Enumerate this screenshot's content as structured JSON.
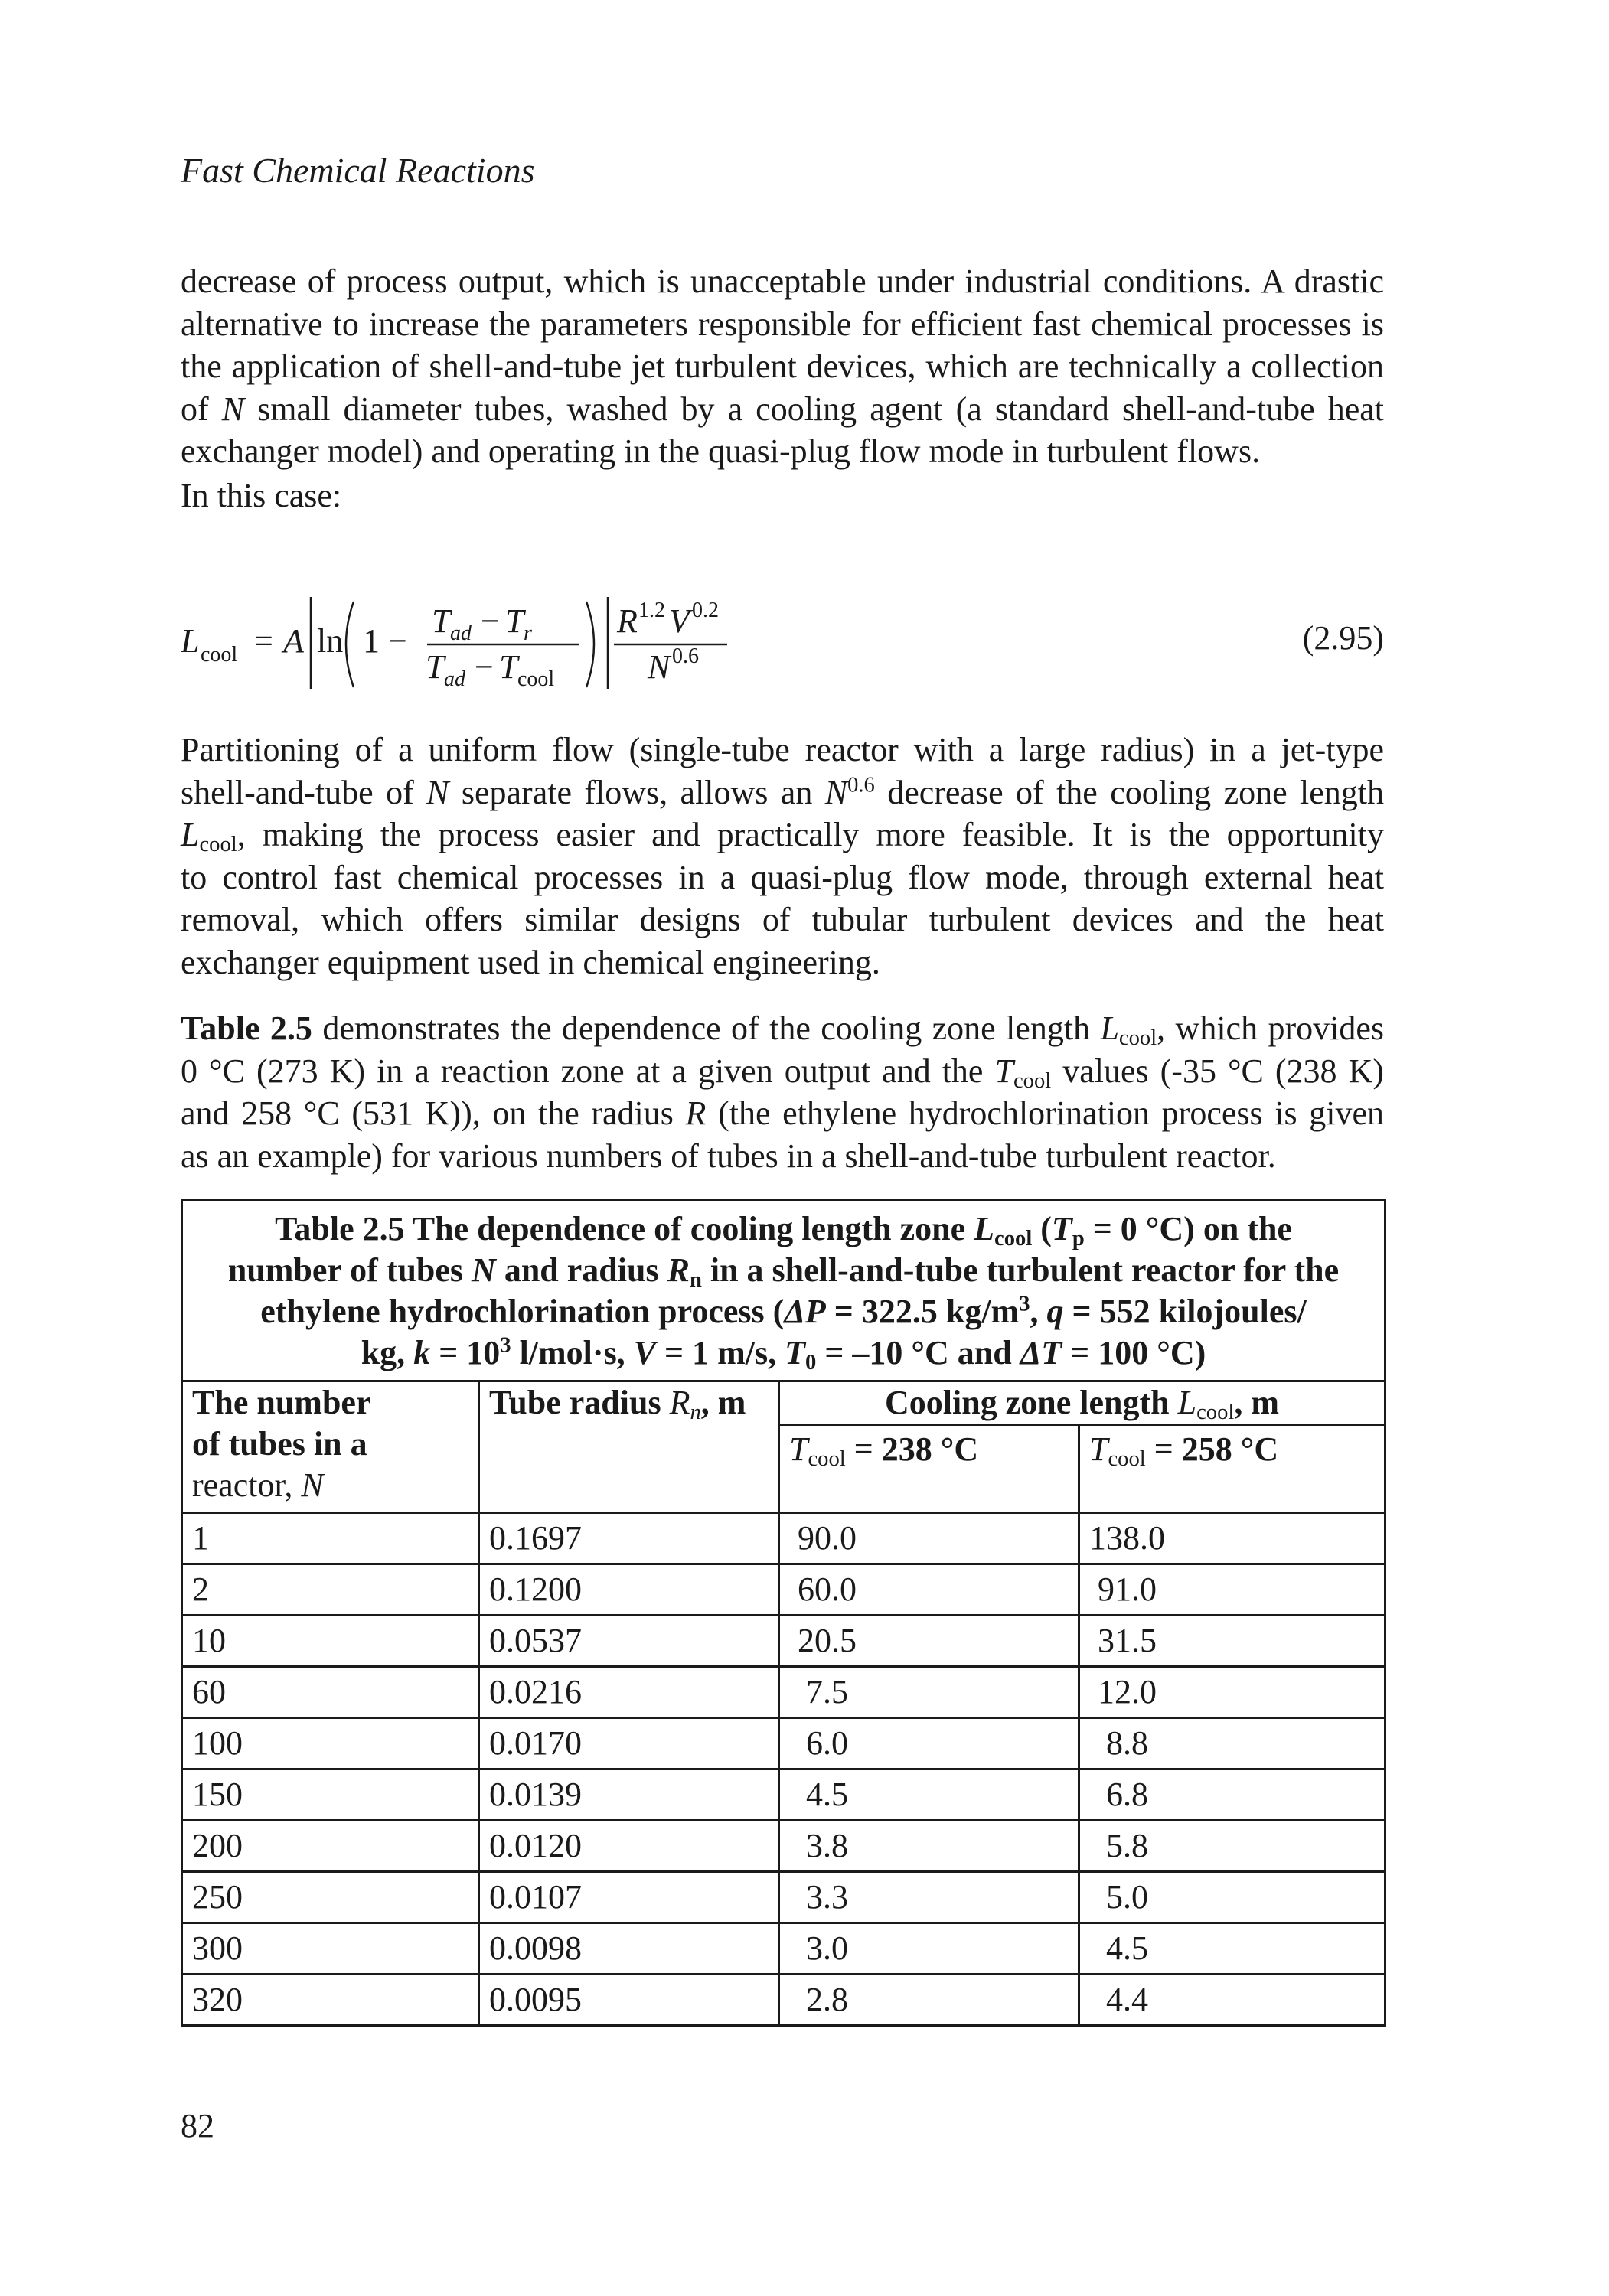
{
  "header": {
    "running_title": "Fast Chemical Reactions"
  },
  "paragraph1": {
    "lines": [
      "decrease of process output, which is unacceptable under industrial conditions. A drastic",
      "alternative to increase the parameters responsible for efficient fast chemical processes is",
      "the application of shell-and-tube jet turbulent devices, which are technically a collection",
      "exchanger model) and operating in the quasi-plug flow mode in turbulent flows."
    ],
    "line4_pre": "of ",
    "line4_var": "N",
    "line4_post": " small diameter tubes, washed by a cooling agent (a standard shell-and-tube heat"
  },
  "paragraph2": {
    "text": "In this case:"
  },
  "equation": {
    "number": "(2.95)",
    "lhs_symbol": "L",
    "lhs_sub": "cool",
    "equals": "=",
    "coef": "A",
    "ln": "ln",
    "one_minus": "1 −",
    "num_T": "T",
    "num_sub1": "ad",
    "num_minus": "−",
    "num_T2": "T",
    "num_sub2": "r",
    "den_T": "T",
    "den_sub1": "ad",
    "den_minus": "−",
    "den_T2": "T",
    "den_sub2": "cool",
    "frac2_num_R": "R",
    "frac2_num_Rexp": "1.2",
    "frac2_num_V": "V",
    "frac2_num_Vexp": "0.2",
    "frac2_den_N": "N",
    "frac2_den_Nexp": "0.6"
  },
  "paragraph3": {
    "l1": "Partitioning of a uniform flow (single-tube reactor with a large radius) in a jet-type",
    "l2_pre": "shell-and-tube of ",
    "l2_var": "N",
    "l2_mid": " separate flows, allows an ",
    "l2_var2": "N",
    "l2_exp": "0.6",
    "l2_post": " decrease of the cooling zone length",
    "l3_var": "L",
    "l3_sub": "cool",
    "l3_post": ", making the process easier and practically more feasible. It is the opportunity",
    "l4": "to control fast chemical processes in a quasi-plug flow mode, through external heat",
    "l5": "removal, which offers similar designs of tubular turbulent devices and the heat",
    "l6": "exchanger equipment used in chemical engineering."
  },
  "paragraph4": {
    "l1_bold": "Table 2.5",
    "l1_mid": " demonstrates the dependence of the cooling zone length ",
    "l1_var": "L",
    "l1_sub": "cool",
    "l1_post": ", which provides",
    "l2_pre": "0 °C (273 K) in a reaction zone at a given output and the ",
    "l2_var": "T",
    "l2_sub": "cool",
    "l2_post": " values (-35 °C (238 K)",
    "l3_pre": "and 258 °C (531 K)), on the radius ",
    "l3_var": "R",
    "l3_post": " (the ethylene hydrochlorination process is given",
    "l4": "as an example) for various numbers of tubes in a shell-and-tube turbulent reactor."
  },
  "table": {
    "caption": {
      "l1_a": "Table 2.5 The dependence of cooling length zone ",
      "l1_var": "L",
      "l1_sub": "cool",
      "l1_b": " (",
      "l1_var2": "T",
      "l1_sub2": "p",
      "l1_c": " = 0 °C) on the",
      "l2_a": "number of tubes ",
      "l2_var": "N",
      "l2_b": " and radius ",
      "l2_var2": "R",
      "l2_sub2": "n",
      "l2_c": " in a shell-and-tube turbulent reactor for the",
      "l3_a": "ethylene hydrochlorination process (",
      "l3_var": "ΔP",
      "l3_b": " = 322.5 kg/m",
      "l3_sup": "3",
      "l3_c": ", ",
      "l3_var2": "q",
      "l3_d": " = 552 kilojoules/",
      "l4_a": "kg, ",
      "l4_var": "k",
      "l4_b": " = 10",
      "l4_sup": "3",
      "l4_c": " l/mol·s, ",
      "l4_var2": "V",
      "l4_d": " = 1 m/s, ",
      "l4_var3": "T",
      "l4_sub3": "0",
      "l4_e": " = –10 °C and ",
      "l4_var4": "ΔT",
      "l4_f": " = 100 °C)"
    },
    "headers": {
      "col1_l1": "The number",
      "col1_l2": "of tubes in a",
      "col1_l3": "reactor, ",
      "col1_var": "N",
      "col2_a": "Tube radius ",
      "col2_var": "R",
      "col2_sub": "n",
      "col2_b": ", m",
      "col3_a": "Cooling zone length ",
      "col3_var": "L",
      "col3_sub": "cool",
      "col3_b": ", m",
      "sub1_var": "T",
      "sub1_sub": "cool",
      "sub1_b": " = 238 °C",
      "sub2_var": "T",
      "sub2_sub": "cool",
      "sub2_b": " = 258 °C"
    },
    "rows": [
      [
        "1",
        "0.1697",
        "90.0",
        "138.0"
      ],
      [
        "2",
        "0.1200",
        "60.0",
        "91.0"
      ],
      [
        "10",
        "0.0537",
        "20.5",
        "31.5"
      ],
      [
        "60",
        "0.0216",
        "7.5",
        "12.0"
      ],
      [
        "100",
        "0.0170",
        "6.0",
        "8.8"
      ],
      [
        "150",
        "0.0139",
        "4.5",
        "6.8"
      ],
      [
        "200",
        "0.0120",
        "3.8",
        "5.8"
      ],
      [
        "250",
        "0.0107",
        "3.3",
        "5.0"
      ],
      [
        "300",
        "0.0098",
        "3.0",
        "4.5"
      ],
      [
        "320",
        "0.0095",
        "2.8",
        "4.4"
      ]
    ]
  },
  "footer": {
    "page_number": "82"
  }
}
